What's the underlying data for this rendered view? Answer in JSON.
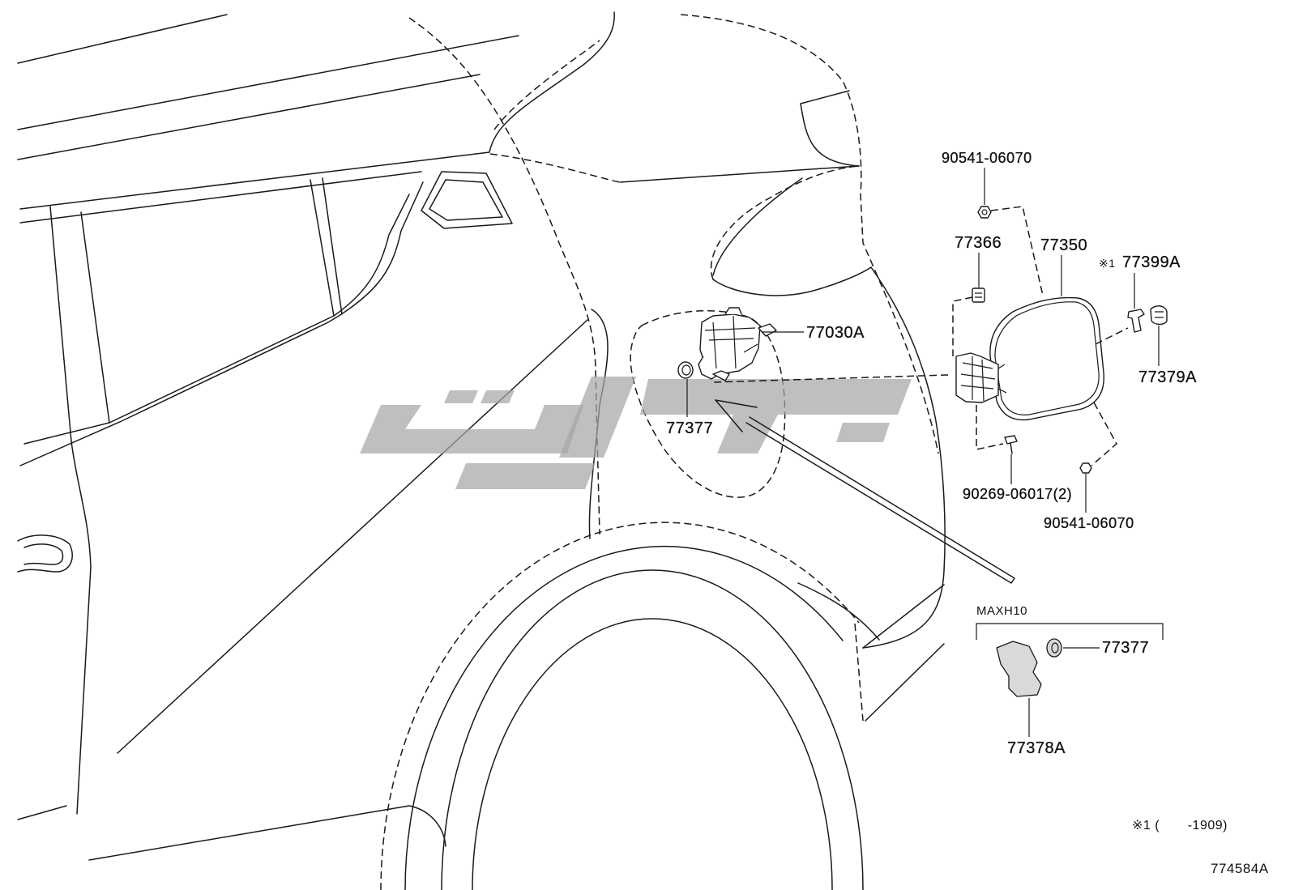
{
  "labels": {
    "nut_top": "90541-06070",
    "clip": "77366",
    "fuel_lid": "77350",
    "lid_note_mark": "※1",
    "part_77399a": "77399A",
    "lock_assembly": "77030A",
    "part_77379a": "77379A",
    "grommet": "77377",
    "bolt": "90269-06017(2)",
    "nut_bottom": "90541-06070",
    "variant_model": "MAXH10",
    "variant_grommet": "77377",
    "variant_bracket": "77378A"
  },
  "footnote": {
    "mark": "※1",
    "range": "(       -1909)"
  },
  "drawing_id": "774584A",
  "colors": {
    "line": "#1a1a1a",
    "watermark": "#a6a6a6",
    "background": "#ffffff"
  }
}
